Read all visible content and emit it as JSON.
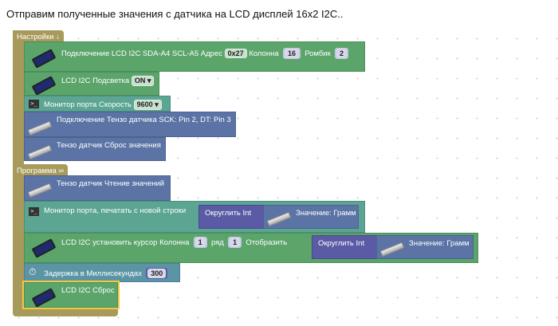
{
  "caption": "Отправим полученные значения с датчика на LCD дисплей 16x2 I2C..",
  "setup": {
    "label": "Настройки ↓",
    "blocks": {
      "lcd_connect": {
        "label": "Подключение LCD I2C SDA-A4 SCL-A5 Адрес",
        "address": "0x27",
        "col_label": "Колонна",
        "col_value": "16",
        "row_label": "Ромбик",
        "row_value": "2"
      },
      "lcd_backlight": {
        "label": "LCD I2C Подсветка",
        "value": "ON"
      },
      "serial": {
        "label": "Монитор порта  Скорость",
        "value": "9600"
      },
      "tenzo_connect": {
        "label": "Подключение Тензо датчика SCK: Pin 2, DT: Pin 3"
      },
      "tenzo_reset": {
        "label": "Тензо датчик Сброс значения"
      }
    }
  },
  "loop": {
    "label": "Программа ∞",
    "blocks": {
      "tenzo_read": {
        "label": "Тензо датчик Чтение значений"
      },
      "serial_println": {
        "label": "Монитор порта, печатать с новой строки",
        "round": "Округлить Int",
        "value": "Значение: Грамм"
      },
      "lcd_cursor": {
        "label": "LCD I2C установить курсор  Колонна",
        "col_value": "1",
        "row_label": "ряд",
        "row_value": "1",
        "display_label": "Отобразить",
        "round": "Округлить Int",
        "value": "Значение: Грамм"
      },
      "delay": {
        "label": "Задержка в Миллисекундах",
        "value": "300"
      },
      "lcd_clear": {
        "label": "LCD I2C Сброс"
      }
    }
  },
  "colors": {
    "event": "#a89a5b",
    "lcd": "#5ba56b",
    "serial": "#5ba592",
    "sensor": "#5b74a5",
    "math": "#5b5ba5",
    "selected": "#f5c842"
  }
}
